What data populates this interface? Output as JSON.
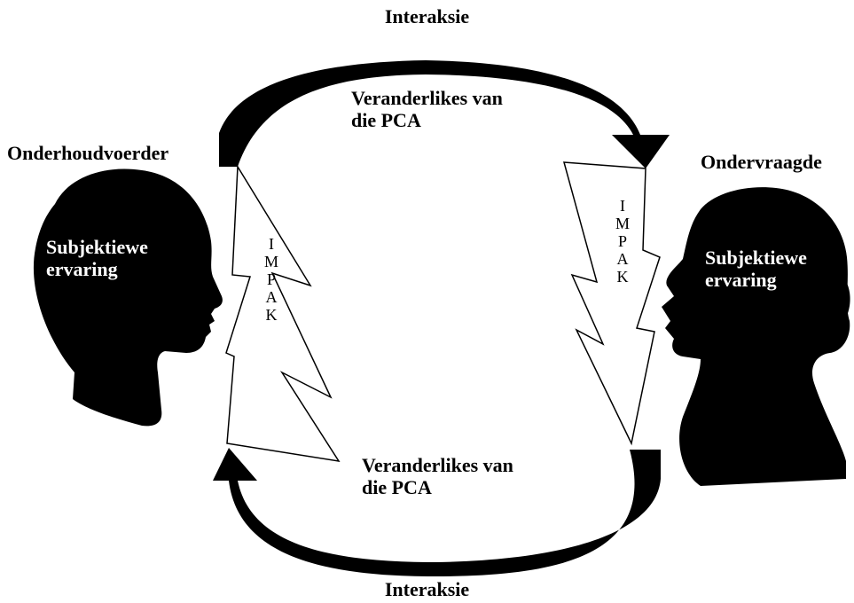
{
  "diagram": {
    "interaction_top": "Interaksie",
    "interaction_bottom": "Interaksie",
    "variables_top": [
      "Veranderlikes van",
      "die PCA"
    ],
    "variables_bottom": [
      "Veranderlikes van",
      "die PCA"
    ],
    "left_person": {
      "role": "Onderhoudvoerder",
      "experience": [
        "Subjektiewe",
        "ervaring"
      ]
    },
    "right_person": {
      "role": "Ondervraagde",
      "experience": [
        "Subjektiewe",
        "ervaring"
      ]
    },
    "impact_letters_left": [
      "I",
      "M",
      "P",
      "A",
      "K"
    ],
    "impact_letters_right": [
      "I",
      "M",
      "P",
      "A",
      "K"
    ]
  },
  "colors": {
    "ink": "#000000",
    "background": "#ffffff"
  },
  "icons": {
    "left_head": "male-head-silhouette-icon",
    "right_head": "female-head-silhouette-icon",
    "lightning": "lightning-bolt-icon"
  }
}
